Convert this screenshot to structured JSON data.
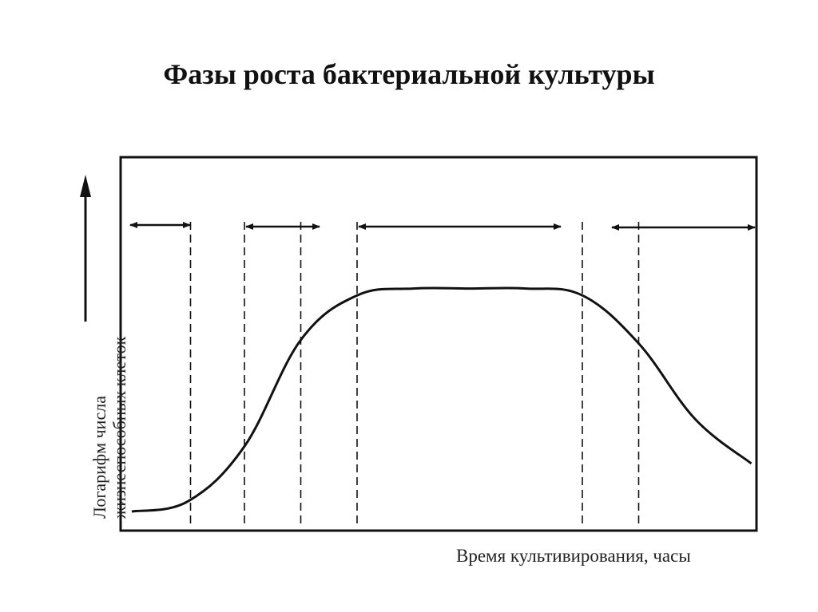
{
  "title": "Фазы роста бактериальной культуры",
  "xlabel": "Время культивирования, часы",
  "ylabel": {
    "line1": "Логарифм числа",
    "line2": "жизнеспособных клеток"
  },
  "chart_data": {
    "type": "line",
    "title": "Фазы роста бактериальной культуры",
    "xlabel": "Время культивирования, часы",
    "ylabel": "Логарифм числа жизнеспособных клеток",
    "grid": false,
    "series": [
      {
        "x": [
          0,
          1,
          2,
          3,
          4,
          5,
          6,
          7,
          8,
          9,
          10,
          11
        ],
        "values": [
          0.3,
          0.6,
          2.2,
          5.3,
          6.6,
          6.8,
          6.8,
          6.8,
          6.6,
          5.2,
          3.0,
          1.7
        ]
      }
    ],
    "phase_boundaries": [
      1,
      2,
      3,
      4,
      8,
      9
    ]
  }
}
